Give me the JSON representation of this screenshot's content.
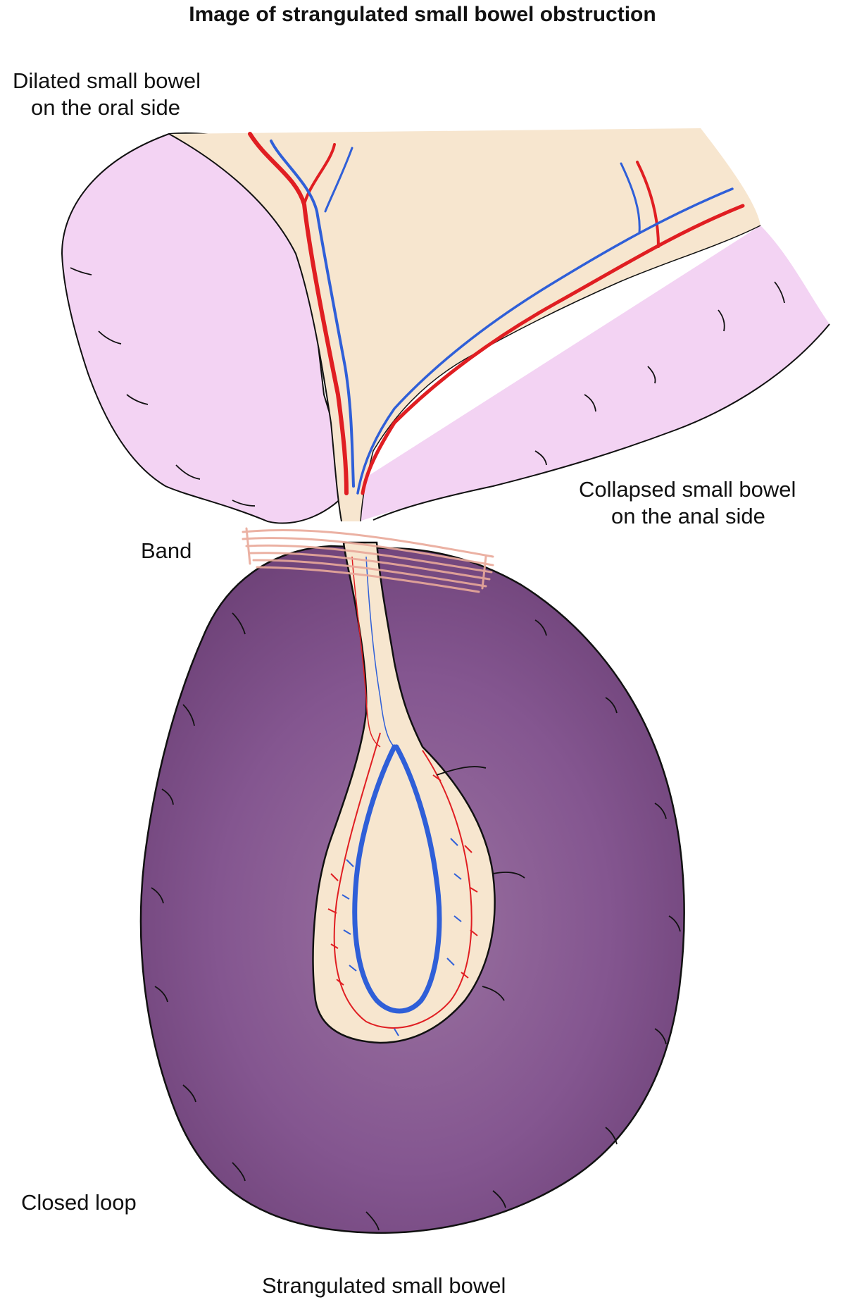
{
  "title": "Image of strangulated small bowel obstruction",
  "labels": {
    "dilated_line1": "Dilated small bowel",
    "dilated_line2": "on the oral side",
    "collapsed_line1": "Collapsed small bowel",
    "collapsed_line2": "on the anal side",
    "band": "Band",
    "closed_loop": "Closed loop",
    "strangulated": "Strangulated small bowel"
  },
  "colors": {
    "dilated_bowel": "#f3d3f3",
    "mesentery": "#f7e6cf",
    "strangulated_bowel": "#7e4f86",
    "artery": "#e01e22",
    "vein": "#2f5fd8",
    "band": "#e9a99a",
    "outline": "#111111"
  }
}
